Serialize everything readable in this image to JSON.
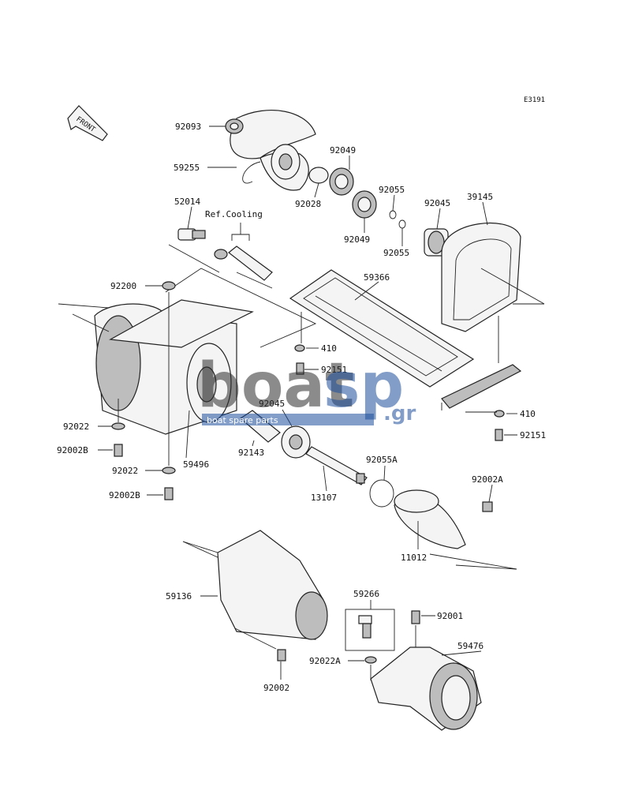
{
  "diagram_code": "E3191",
  "front_label": "FRONT",
  "ref_cooling": "Ref.Cooling",
  "parts": {
    "p92093": "92093",
    "p59255": "59255",
    "p92049a": "92049",
    "p92028": "92028",
    "p92049b": "92049",
    "p92055a": "92055",
    "p92055b": "92055",
    "p92045a": "92045",
    "p39145": "39145",
    "p52014": "52014",
    "p59366": "59366",
    "p92200": "92200",
    "p410a": "410",
    "p92151a": "92151",
    "p92045b": "92045",
    "p92022a": "92022",
    "p92002Ba": "92002B",
    "p59496": "59496",
    "p92143": "92143",
    "p92022b": "92022",
    "p92002Bb": "92002B",
    "p13107": "13107",
    "p92055A": "92055A",
    "p410b": "410",
    "p92151b": "92151",
    "p92002A": "92002A",
    "p11012": "11012",
    "p59136": "59136",
    "p59266": "59266",
    "p92001": "92001",
    "p59476": "59476",
    "p92022A": "92022A",
    "p92002": "92002"
  },
  "watermark": {
    "word1": "boat",
    "word2": "sp",
    "suffix": ".gr",
    "tagline": "boat spare parts"
  }
}
